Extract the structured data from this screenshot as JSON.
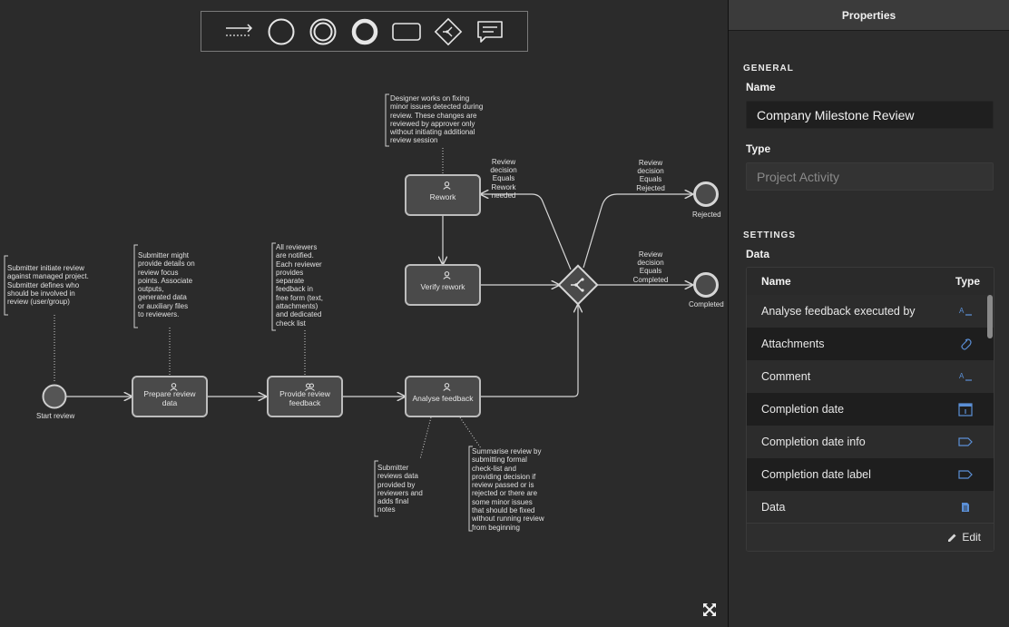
{
  "diagram": {
    "nodes": {
      "rework": "Rework",
      "verify_rework": "Verify rework",
      "prepare_review_data": "Prepare review\ndata",
      "provide_review_feedback": "Provide review\nfeedback",
      "analyse_feedback": "Analyse feedback"
    },
    "events": {
      "start": "Start review",
      "rejected": "Rejected",
      "completed": "Completed"
    },
    "edge_labels": {
      "rework_needed": "Review\ndecision\nEquals\nRework\nneeded",
      "rejected": "Review\ndecision\nEquals\nRejected",
      "completed": "Review\ndecision\nEquals\nCompleted"
    },
    "notes": {
      "start": "Submitter initiate review\nagainst managed project.\nSubmitter defines who\nshould be involved in\nreview (user/group)",
      "prepare": "Submitter might\nprovide details on\nreview focus\npoints. Associate\noutputs,\ngenerated data\nor auxiliary files\nto reviewers.",
      "provide": "All reviewers\nare notified.\nEach reviewer\nprovides\nseparate\nfeedback in\nfree form (text,\nattachments)\nand dedicated\ncheck list",
      "rework": "Designer works on fixing\nminor issues detected during\nreview. These changes are\nreviewed by approver only\nwithout initiating additional\nreview session",
      "analyse_left": "Submitter\nreviews data\nprovided by\nreviewers and\nadds final\nnotes",
      "analyse_right": "Summarise review by\nsubmitting formal\ncheck-list and\nproviding decision if\nreview passed or is\nrejected or there are\nsome minor issues\nthat should be fixed\nwithout running review\nfrom beginning"
    }
  },
  "toolbar": {
    "tools": [
      "sequence-flow-icon",
      "start-event-icon",
      "intermediate-event-icon",
      "end-event-icon",
      "task-icon",
      "gateway-icon",
      "annotation-icon"
    ]
  },
  "properties": {
    "title": "Properties",
    "general_section": "GENERAL",
    "name_label": "Name",
    "name_value": "Company Milestone Review",
    "type_label": "Type",
    "type_value": "Project Activity",
    "settings_section": "SETTINGS",
    "data_label": "Data",
    "table": {
      "col_name": "Name",
      "col_type": "Type",
      "rows": [
        {
          "name": "Analyse feedback executed by",
          "icon": "text-type-icon"
        },
        {
          "name": "Attachments",
          "icon": "attachment-icon"
        },
        {
          "name": "Comment",
          "icon": "text-type-icon"
        },
        {
          "name": "Completion date",
          "icon": "calendar-icon"
        },
        {
          "name": "Completion date info",
          "icon": "tag-icon"
        },
        {
          "name": "Completion date label",
          "icon": "tag-icon"
        },
        {
          "name": "Data",
          "icon": "document-icon"
        }
      ]
    },
    "edit_label": "Edit",
    "accent": "#5b8fd6"
  }
}
